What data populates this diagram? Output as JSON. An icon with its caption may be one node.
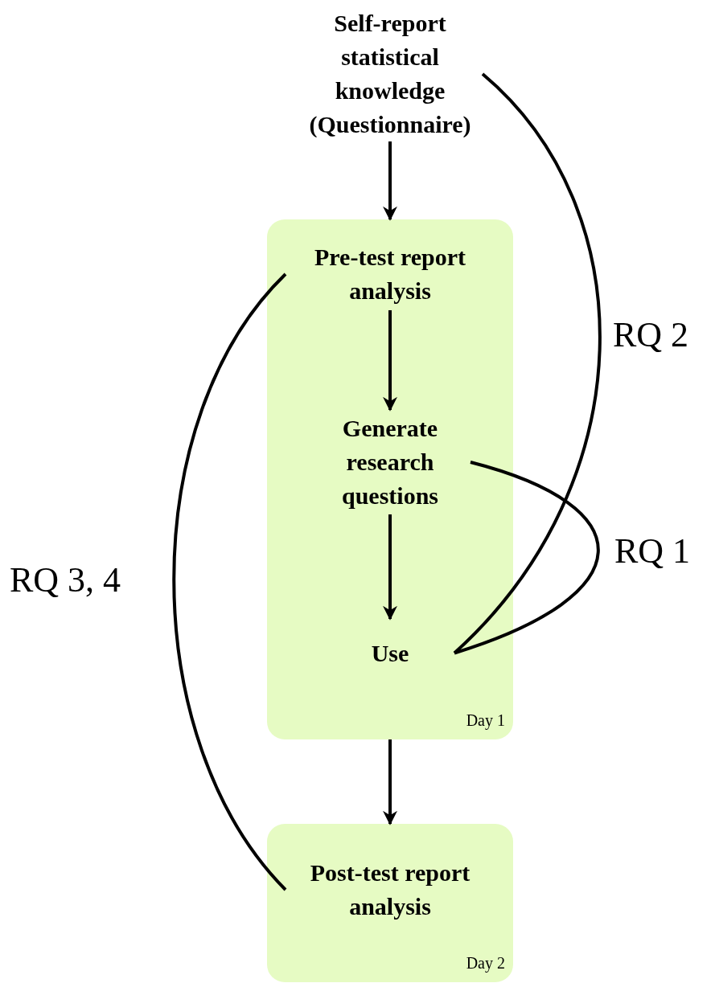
{
  "diagram": {
    "nodes": [
      {
        "text": [
          "Self-report statistical knowledge (Questionnaire)"
        ]
      },
      {
        "text": [
          "Day 1"
        ]
      },
      {
        "text": [
          "Pre-test report analysis"
        ],
        "in": 1
      },
      {
        "text": [
          "Generate research questions"
        ],
        "in": 1
      },
      {
        "text": [
          "Use"
        ],
        "in": 1
      },
      {
        "text": [
          "Day 2"
        ]
      },
      {
        "text": [
          "Post-test report analysis"
        ],
        "in": 5
      }
    ],
    "edges": [
      {
        "from": 0,
        "to": 1,
        "arrow": "to"
      },
      {
        "from": 2,
        "to": 3,
        "arrow": "to"
      },
      {
        "from": 3,
        "to": 4,
        "arrow": "to"
      },
      {
        "from": 1,
        "to": 5,
        "arrow": "to"
      },
      {
        "from": 0,
        "to": 4,
        "arrow": "none",
        "label": "RQ 2"
      },
      {
        "from": 3,
        "to": 4,
        "arrow": "none",
        "label": "RQ 1"
      },
      {
        "from": 2,
        "to": 6,
        "arrow": "none",
        "label": "RQ 3, 4"
      }
    ]
  }
}
